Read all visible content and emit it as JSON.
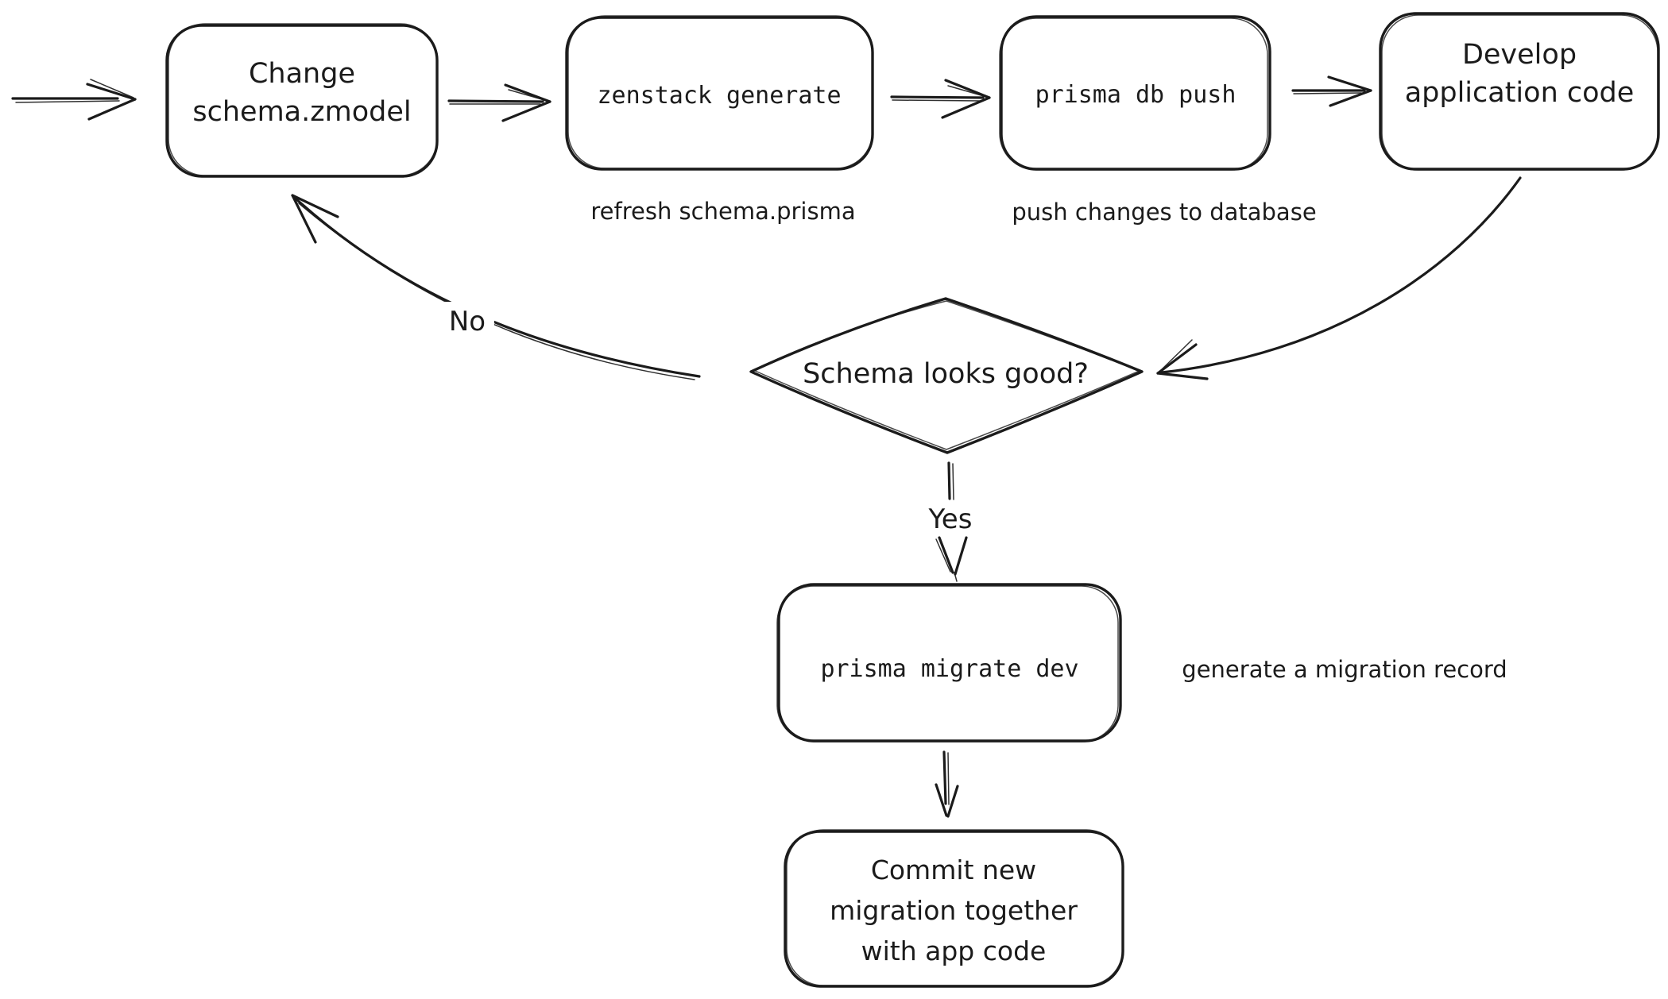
{
  "canvas": {
    "background": "#ffffff",
    "stroke_color": "#1b1b1b"
  },
  "nodes": {
    "change_schema": {
      "line1": "Change",
      "line2": "schema.zmodel"
    },
    "zenstack_generate": {
      "label": "zenstack generate"
    },
    "prisma_db_push": {
      "label": "prisma db push"
    },
    "develop_app": {
      "line1": "Develop",
      "line2": "application code"
    },
    "decision": {
      "label": "Schema looks good?"
    },
    "prisma_migrate_dev": {
      "label": "prisma migrate dev"
    },
    "commit": {
      "line1": "Commit new",
      "line2": "migration together",
      "line3": "with app code"
    }
  },
  "captions": {
    "zenstack_generate": "refresh schema.prisma",
    "prisma_db_push": "push changes to database",
    "prisma_migrate_dev": "generate a migration record"
  },
  "edge_labels": {
    "no": "No",
    "yes": "Yes"
  }
}
